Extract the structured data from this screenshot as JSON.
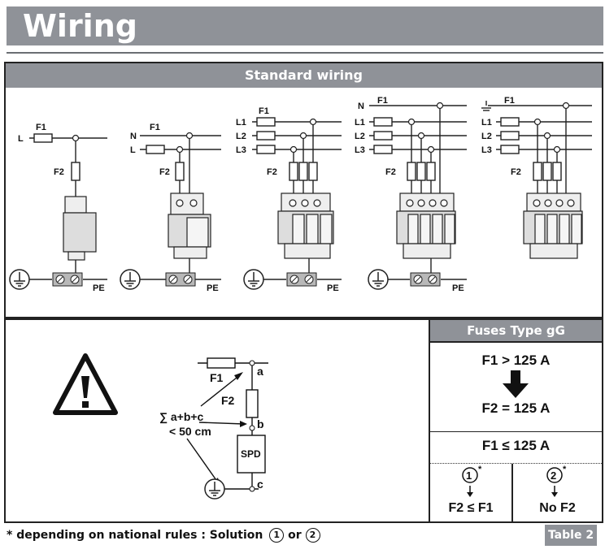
{
  "title": "Wiring",
  "standard_wiring": {
    "heading": "Standard wiring",
    "diagram1": {
      "L": "L",
      "F1": "F1",
      "F2": "F2",
      "PE": "PE"
    },
    "diagram2": {
      "N": "N",
      "L": "L",
      "F1": "F1",
      "F2": "F2",
      "PE": "PE"
    },
    "diagram3": {
      "L1": "L1",
      "L2": "L2",
      "L3": "L3",
      "F1": "F1",
      "F2": "F2",
      "PE": "PE"
    },
    "diagram4": {
      "N": "N",
      "L1": "L1",
      "L2": "L2",
      "L3": "L3",
      "F1": "F1",
      "F2": "F2",
      "PE": "PE"
    },
    "diagram5": {
      "L1": "L1",
      "L2": "L2",
      "L3": "L3",
      "F1": "F1",
      "F2": "F2"
    }
  },
  "warning_diagram": {
    "F1": "F1",
    "F2": "F2",
    "a": "a",
    "b": "b",
    "c": "c",
    "sum_label": "∑  a+b+c",
    "limit_label": "< 50 cm",
    "spd": "SPD"
  },
  "fuses": {
    "heading": "Fuses Type gG",
    "case1_condition": "F1 > 125 A",
    "case1_result": "F2 = 125 A",
    "case2_condition": "F1 ≤ 125 A",
    "solution1_num": "1",
    "solution1_result": "F2 ≤ F1",
    "solution2_num": "2",
    "solution2_result": "No F2",
    "asterisk": "*"
  },
  "footnote": {
    "text": "* depending on national rules : Solution",
    "num1": "1",
    "or": "or",
    "num2": "2"
  },
  "table_label": "Table 2"
}
